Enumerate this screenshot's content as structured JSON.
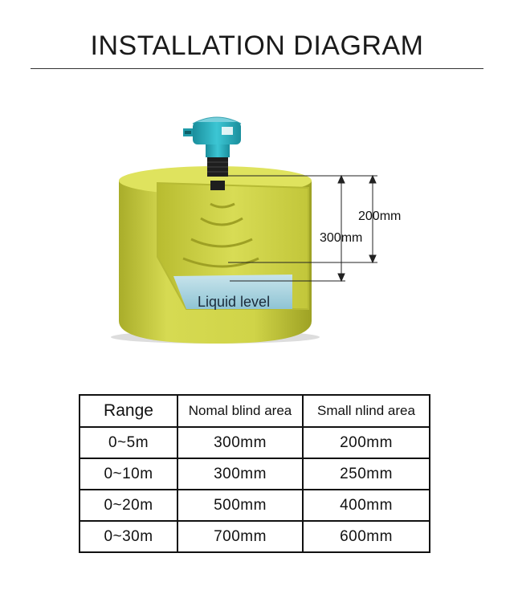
{
  "header": {
    "title": "INSTALLATION DIAGRAM"
  },
  "diagram": {
    "dimension_large": "300mm",
    "dimension_small": "200mm",
    "liquid_label": "Liquid level",
    "colors": {
      "tank": "#d4d84a",
      "tank_dark": "#a9ad2a",
      "sensor": "#2fb5c4",
      "liquid": "#a9d4e0"
    }
  },
  "table": {
    "headers": [
      "Range",
      "Nomal blind area",
      "Small nlind area"
    ],
    "rows": [
      [
        "0~5m",
        "300mm",
        "200mm"
      ],
      [
        "0~10m",
        "300mm",
        "250mm"
      ],
      [
        "0~20m",
        "500mm",
        "400mm"
      ],
      [
        "0~30m",
        "700mm",
        "600mm"
      ]
    ]
  }
}
